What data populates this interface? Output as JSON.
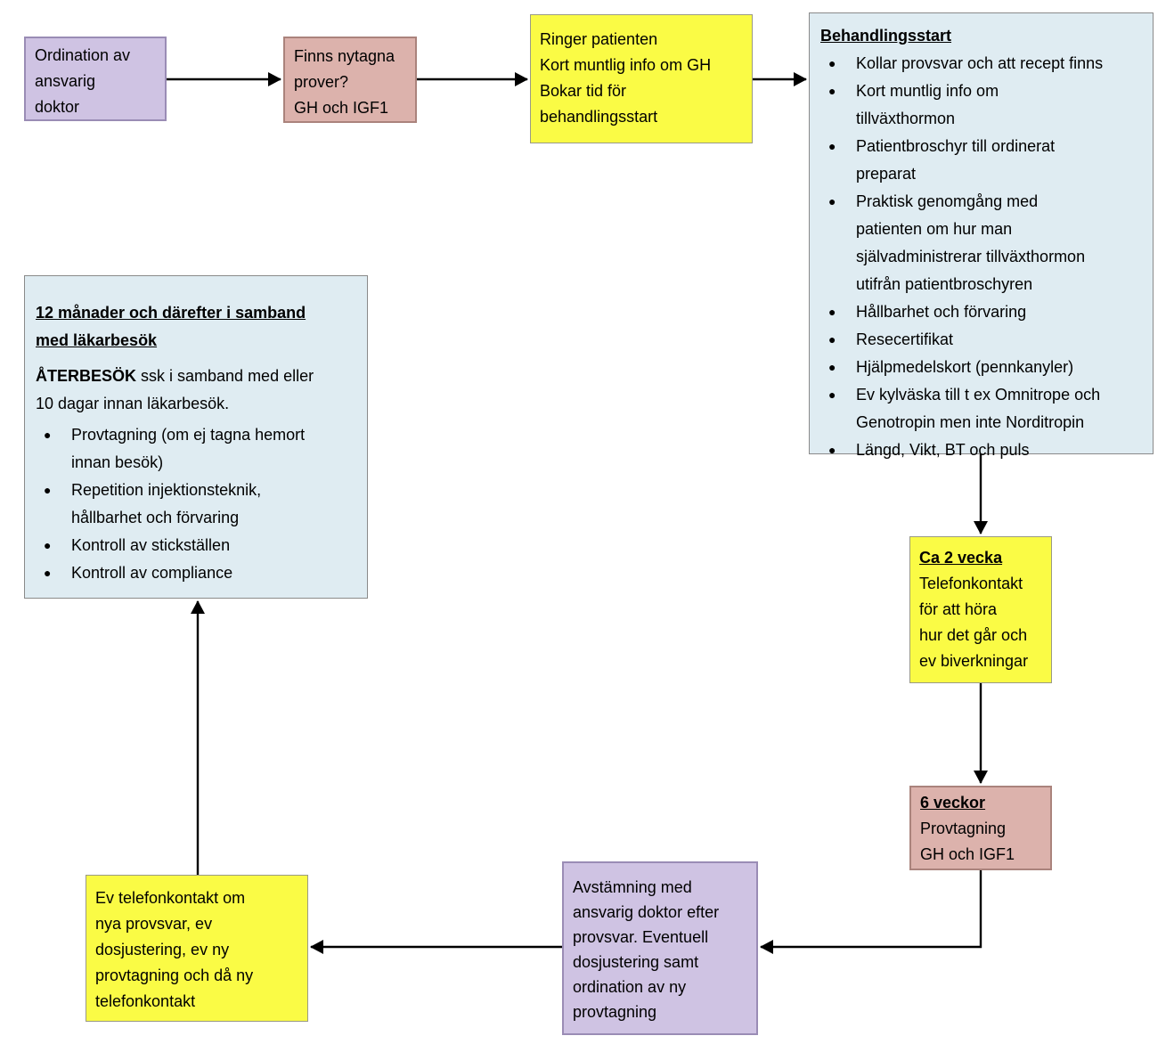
{
  "colors": {
    "node_purple": "#cfc3e3",
    "node_pink": "#dcb2ac",
    "node_yellow": "#fafb45",
    "node_blue": "#dfecf2",
    "arrow": "#000000"
  },
  "nodes": {
    "ordination": {
      "lines": [
        "Ordination av",
        "ansvarig",
        "doktor"
      ]
    },
    "prover": {
      "lines": [
        "Finns nytagna",
        "prover?",
        "GH och IGF1"
      ]
    },
    "ringer": {
      "lines": [
        "Ringer patienten",
        "Kort muntlig info om GH",
        "Bokar tid för",
        "behandlingsstart"
      ]
    },
    "behandlingsstart": {
      "title": "Behandlingsstart",
      "bullets": [
        "Kollar provsvar och att recept finns",
        "Kort muntlig info om\ntillväxthormon",
        "Patientbroschyr till ordinerat\npreparat",
        "Praktisk genomgång med\npatienten om hur man\nsjälvadministrerar tillväxthormon\nutifrån patientbroschyren",
        "Hållbarhet och förvaring",
        "Resecertifikat",
        "Hjälpmedelskort (pennkanyler)",
        "Ev kylväska till t ex Omnitrope och\nGenotropin men inte Norditropin",
        "Längd, Vikt, BT och puls"
      ]
    },
    "tva_veckor": {
      "title": "Ca 2 vecka",
      "lines": [
        "Telefonkontakt",
        "för att höra",
        "hur det går och",
        "ev biverkningar"
      ]
    },
    "sex_veckor": {
      "title": "6 veckor",
      "lines": [
        "Provtagning",
        "GH och IGF1"
      ]
    },
    "avstamning": {
      "lines": [
        "Avstämning med",
        "ansvarig doktor efter",
        "provsvar. Eventuell",
        "dosjustering samt",
        "ordination av ny",
        "provtagning"
      ]
    },
    "telefonkontakt": {
      "lines": [
        "Ev telefonkontakt om",
        "nya provsvar, ev",
        "dosjustering, ev ny",
        "provtagning och då ny",
        "telefonkontakt"
      ]
    },
    "tolv_manader": {
      "title_lines": [
        "12 månader och därefter i samband",
        "med läkarbesök"
      ],
      "intro_bold": "ÅTERBESÖK",
      "intro_rest": " ssk i samband med eller\n10 dagar innan läkarbesök.",
      "bullets": [
        "Provtagning (om ej tagna hemort\ninnan besök)",
        "Repetition injektionsteknik,\nhållbarhet och förvaring",
        "Kontroll av stickställen",
        "Kontroll av compliance"
      ]
    }
  }
}
